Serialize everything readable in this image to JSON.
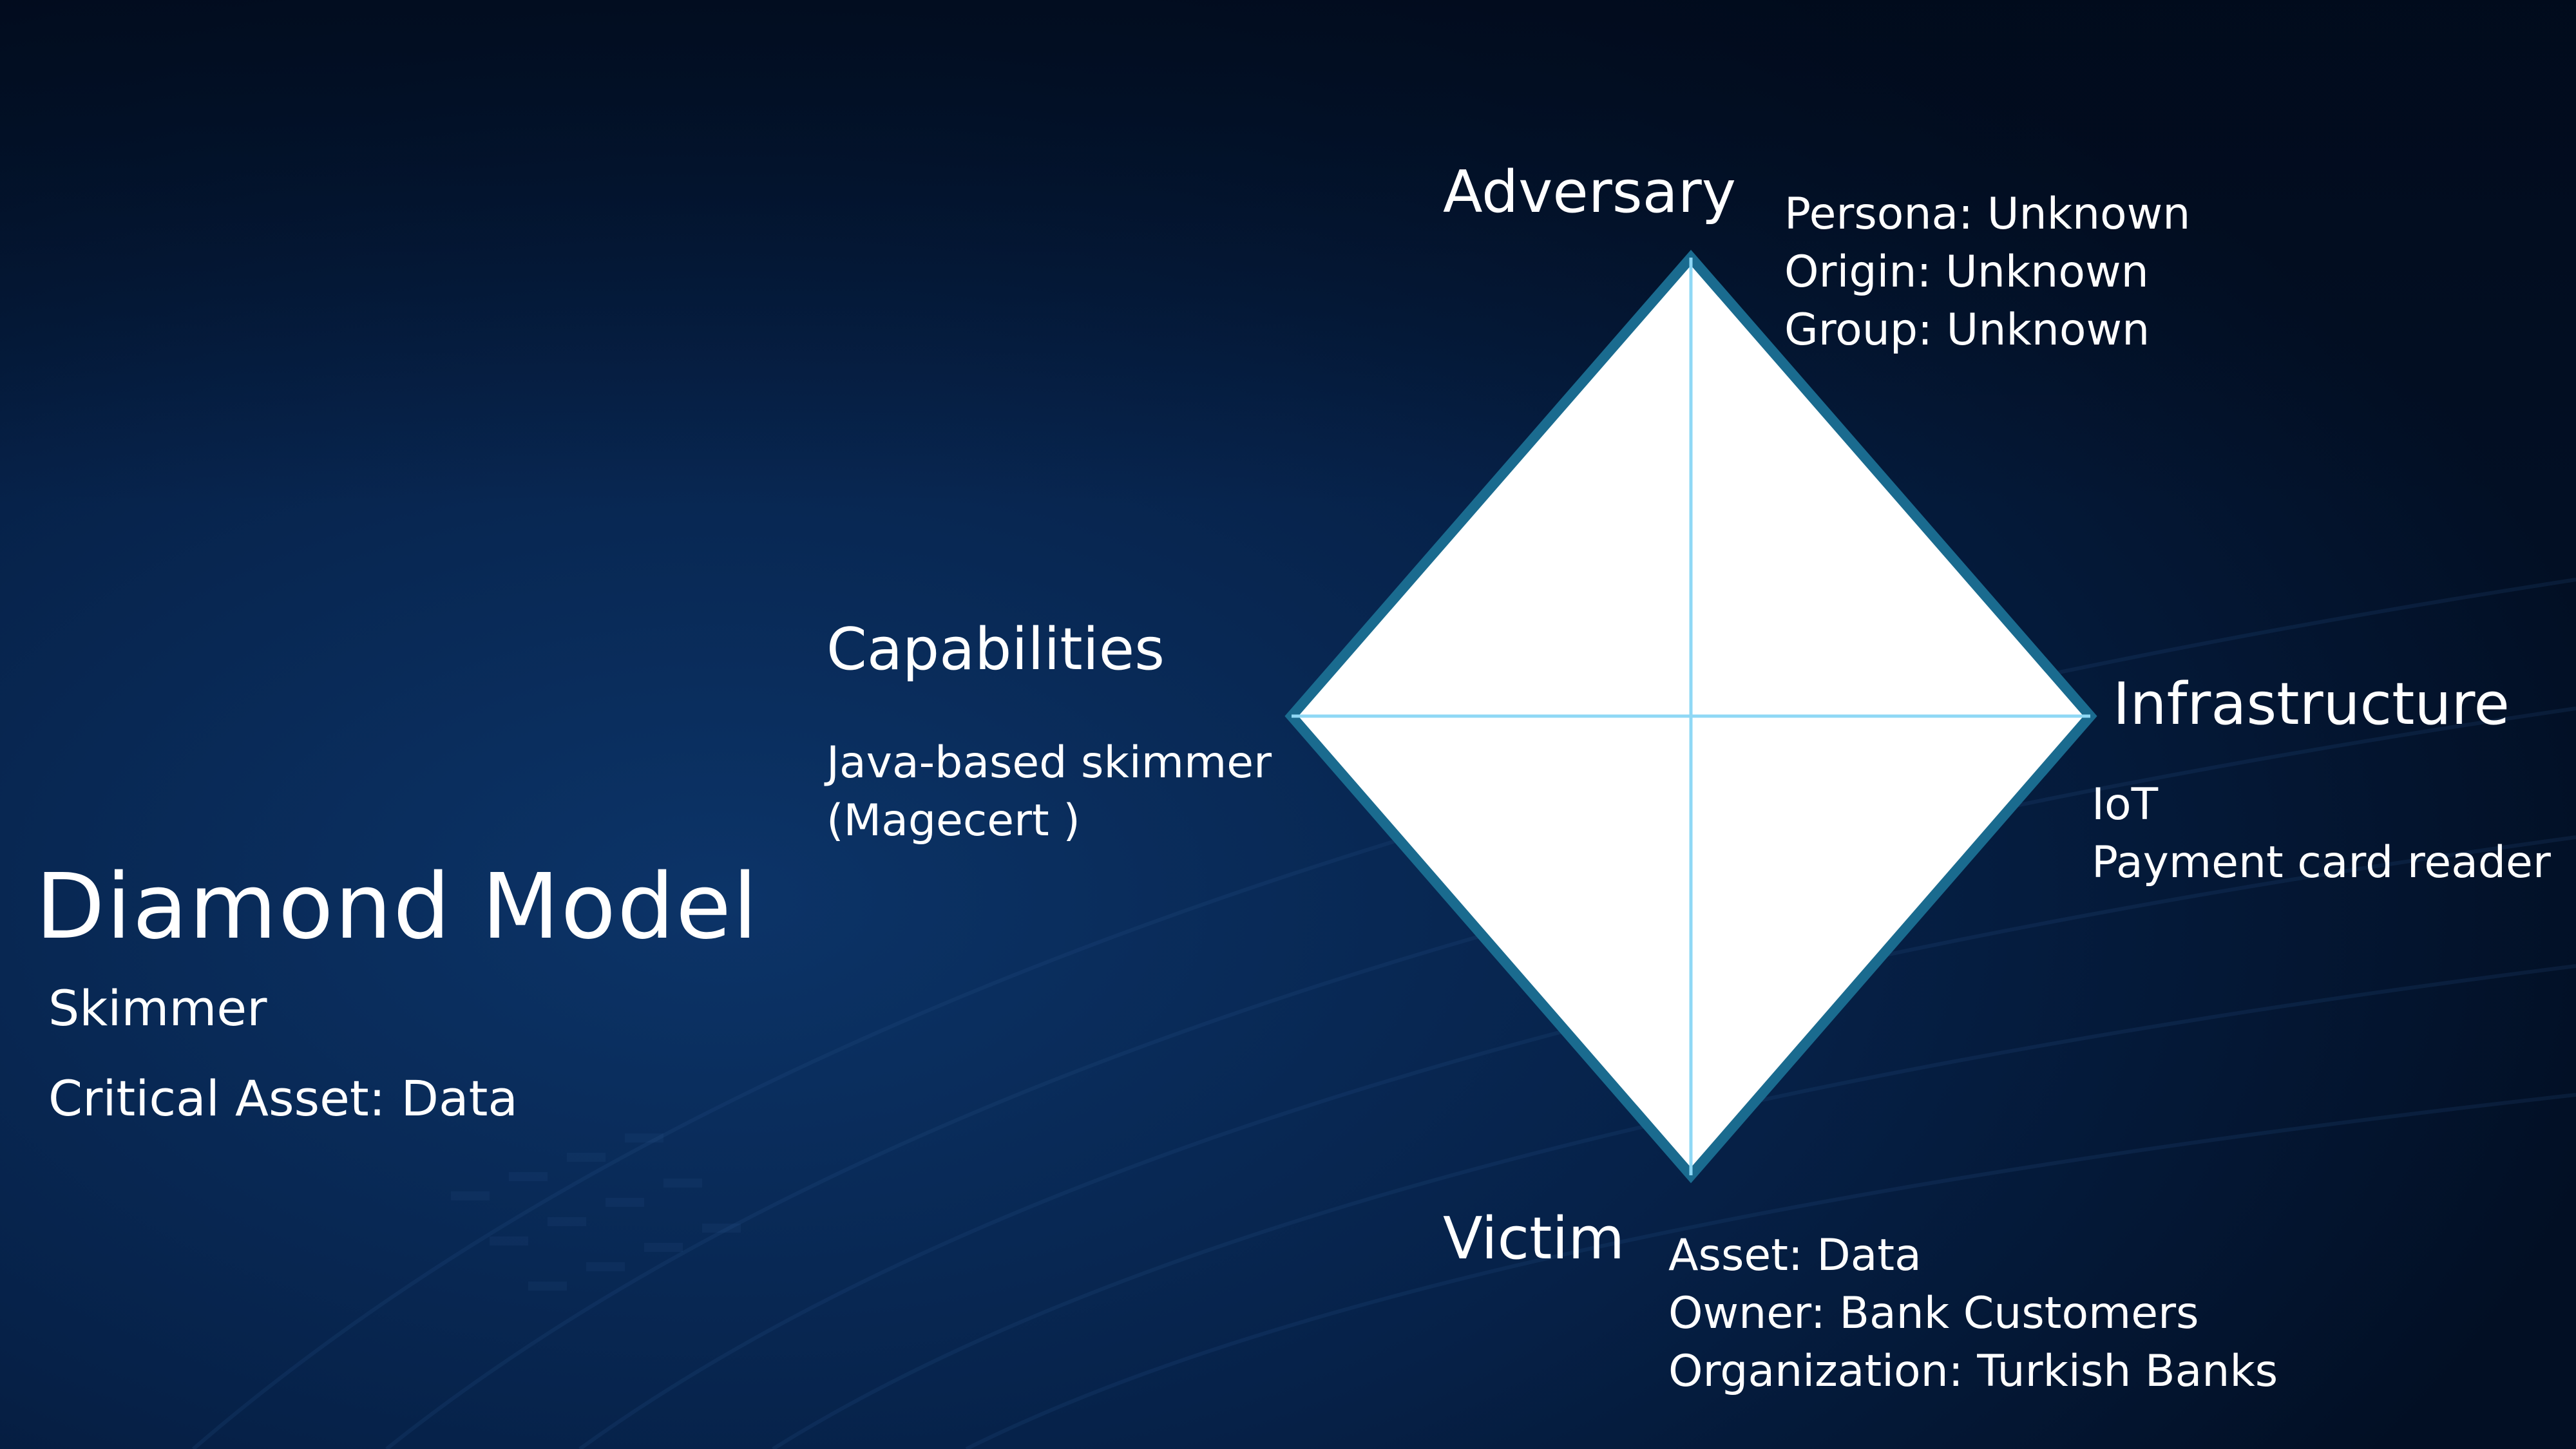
{
  "slide": {
    "title": "Diamond Model",
    "subtitle_lines": [
      "Skimmer",
      "Critical Asset: Data"
    ]
  },
  "diamond": {
    "adversary": {
      "label": "Adversary",
      "details": [
        "Persona: Unknown",
        "Origin: Unknown",
        "Group: Unknown"
      ]
    },
    "capabilities": {
      "label": "Capabilities",
      "details": [
        "Java-based skimmer",
        "(Magecert )"
      ]
    },
    "infrastructure": {
      "label": "Infrastructure",
      "details": [
        "IoT",
        "Payment card reader"
      ]
    },
    "victim": {
      "label": "Victim",
      "details": [
        "Asset: Data",
        "Owner: Bank Customers",
        "Organization: Turkish Banks"
      ]
    }
  },
  "colors": {
    "background_dark": "#020f24",
    "background_mid": "#0a2d5c",
    "diamond_fill": "#ffffff",
    "diamond_edge": "#1a6b8f",
    "axis_line": "#8fd8f5"
  }
}
